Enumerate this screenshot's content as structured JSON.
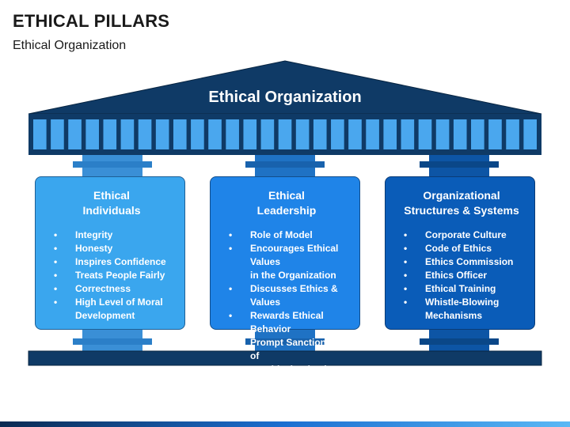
{
  "header": {
    "title": "ETHICAL PILLARS",
    "subtitle": "Ethical Organization"
  },
  "roof": {
    "label": "Ethical Organization"
  },
  "pillars": [
    {
      "title_line1": "Ethical",
      "title_line2": "Individuals",
      "items": [
        "Integrity",
        "Honesty",
        "Inspires Confidence",
        "Treats People Fairly",
        "Correctness",
        "High Level of Moral",
        "Development"
      ],
      "bullets": [
        true,
        true,
        true,
        true,
        true,
        true,
        false
      ]
    },
    {
      "title_line1": "Ethical",
      "title_line2": "Leadership",
      "items": [
        "Role of Model",
        "Encourages Ethical Values",
        "in the Organization",
        "Discusses Ethics & Values",
        "Rewards Ethical Behavior",
        "Prompt Sanctioning of",
        "Unethical Behavior"
      ],
      "bullets": [
        true,
        true,
        false,
        true,
        true,
        true,
        false
      ]
    },
    {
      "title_line1": "Organizational",
      "title_line2": "Structures & Systems",
      "items": [
        "Corporate Culture",
        "Code of Ethics",
        "Ethics Commission",
        "Ethics Officer",
        "Ethical Training",
        "Whistle-Blowing",
        "Mechanisms"
      ],
      "bullets": [
        true,
        true,
        true,
        true,
        true,
        true,
        false
      ]
    }
  ],
  "colors": {
    "navy": "#0f3a66",
    "column": "#2980c9",
    "card1": "#3aa6ee",
    "card2": "#1f84e8",
    "card3": "#0a5cb8"
  }
}
